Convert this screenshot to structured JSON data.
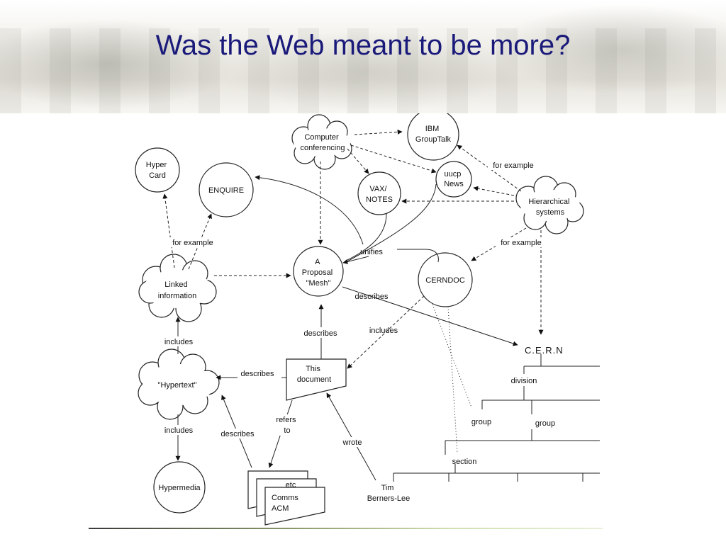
{
  "slide": {
    "title": "Was the Web meant to be more?"
  },
  "diagram": {
    "nodes": {
      "hypercard": [
        "Hyper",
        "Card"
      ],
      "enquire": [
        "ENQUIRE"
      ],
      "computer_conferencing": [
        "Computer",
        "conferencing"
      ],
      "ibm_grouptalk": [
        "IBM",
        "GroupTalk"
      ],
      "vax_notes": [
        "VAX/",
        "NOTES"
      ],
      "uucp_news": [
        "uucp",
        "News"
      ],
      "hierarchical_systems": [
        "Hierarchical",
        "systems"
      ],
      "proposal_mesh": [
        "A",
        "Proposal",
        "\"Mesh\""
      ],
      "cerndoc": [
        "CERNDOC"
      ],
      "linked_information": [
        "Linked",
        "information"
      ],
      "hypertext": [
        "\"Hypertext\""
      ],
      "hypermedia": [
        "Hypermedia"
      ],
      "this_document": [
        "This",
        "document"
      ],
      "docs_stack": [
        "etc",
        "Comms",
        "ACM"
      ],
      "tim": [
        "Tim",
        "Berners-Lee"
      ],
      "cern": [
        "C.E.R.N"
      ],
      "division": [
        "division"
      ],
      "group_1": [
        "group"
      ],
      "group_2": [
        "group"
      ],
      "section": [
        "section"
      ]
    },
    "edges": {
      "for_example_left": "for example",
      "for_example_top": "for example",
      "for_example_right": "for example",
      "unifies": "unifies",
      "describes_mesh_cern": "describes",
      "describes_doc_mesh": "describes",
      "describes_doc_hypertext": "describes",
      "describes_docs_hypertext": "describes",
      "includes_cerndoc": "includes",
      "includes_top": "includes",
      "includes_bottom": "includes",
      "refers_to": [
        "refers",
        "to"
      ],
      "wrote": "wrote"
    }
  }
}
